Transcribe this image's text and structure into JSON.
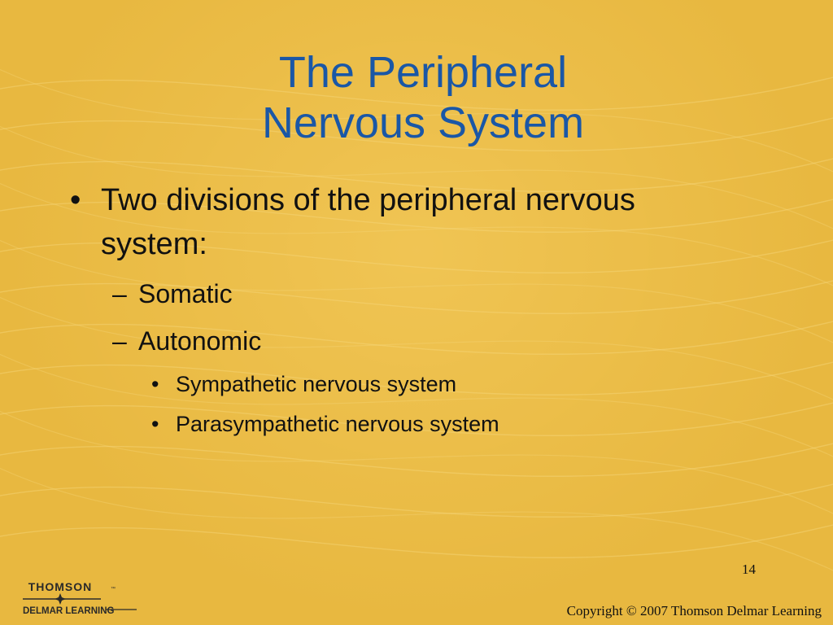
{
  "slide": {
    "title_line1": "The Peripheral",
    "title_line2": "Nervous System",
    "bullet1_line1": "Two divisions of the peripheral nervous",
    "bullet1_line2": "system:",
    "sub1": "Somatic",
    "sub2": "Autonomic",
    "subsub1": "Sympathetic nervous system",
    "subsub2": "Parasympathetic nervous system",
    "bullet_glyph": "•",
    "dash_glyph": "–"
  },
  "footer": {
    "page_number": "14",
    "copyright": "Copyright © 2007 Thomson Delmar Learning",
    "logo_top": "THOMSON",
    "logo_bottom": "DELMAR LEARNING",
    "logo_tm": "™"
  },
  "colors": {
    "background": "#e8b840",
    "title": "#1a57a6",
    "text": "#111111",
    "logo": "#2a2a2a"
  }
}
